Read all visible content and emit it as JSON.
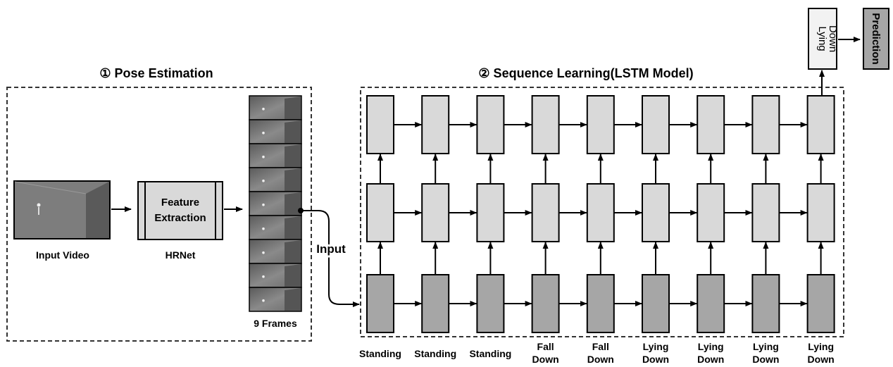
{
  "pose_section": {
    "title": "① Pose Estimation",
    "input_label": "Input Video",
    "feature_box_line1": "Feature",
    "feature_box_line2": "Extraction",
    "model_label": "HRNet",
    "frames_label": "9 Frames",
    "frame_count": 9
  },
  "connector_label": "Input",
  "lstm_section": {
    "title": "② Sequence Learning(LSTM Model)",
    "rows": 3,
    "columns": 9,
    "timestep_labels": [
      [
        "Standing"
      ],
      [
        "Standing"
      ],
      [
        "Standing"
      ],
      [
        "Fall",
        "Down"
      ],
      [
        "Fall",
        "Down"
      ],
      [
        "Lying",
        "Down"
      ],
      [
        "Lying",
        "Down"
      ],
      [
        "Lying",
        "Down"
      ],
      [
        "Lying",
        "Down"
      ]
    ]
  },
  "output": {
    "result_line1": "Lying",
    "result_line2": "Down",
    "prediction_label": "Prediction"
  },
  "colors": {
    "top_cells": "#d9d9d9",
    "middle_cells": "#d9d9d9",
    "bottom_cells": "#a6a6a6",
    "feature_box": "#d9d9d9",
    "prediction_box": "#a6a6a6",
    "result_box": "#f2f2f2"
  }
}
